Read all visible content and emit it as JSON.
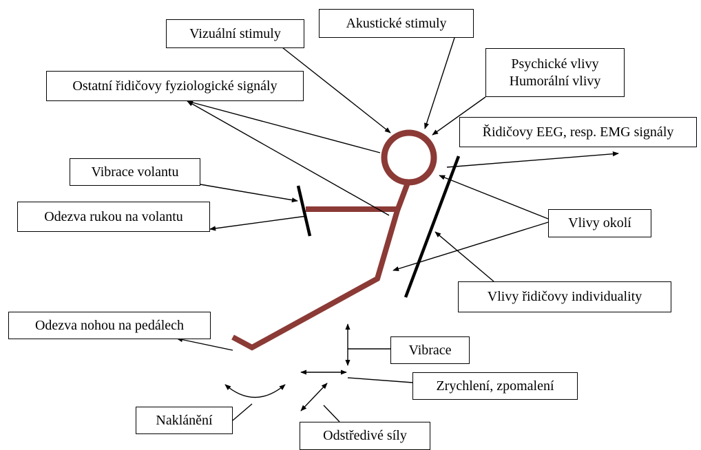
{
  "labels": {
    "visual_stimuli": "Vizuální stimuly",
    "acoustic_stimuli": "Akustické stimuly",
    "psychic_influences": "Psychické vlivy",
    "humoral_influences": "Humorální vlivy",
    "other_signals": "Ostatní řidičovy fyziologické signály",
    "eeg_emg": "Řidičovy EEG, resp. EMG signály",
    "wheel_vibration": "Vibrace volantu",
    "hand_response": "Odezva rukou na volantu",
    "environment": "Vlivy okolí",
    "individuality": "Vlivy řidičovy individuality",
    "foot_response": "Odezva nohou na pedálech",
    "vibration": "Vibrace",
    "acceleration": "Zrychlení, zpomalení",
    "tilting": "Naklánění",
    "centrifugal": "Odstředivé síly"
  },
  "colors": {
    "body": "#8b3a36",
    "lines": "#000000"
  }
}
